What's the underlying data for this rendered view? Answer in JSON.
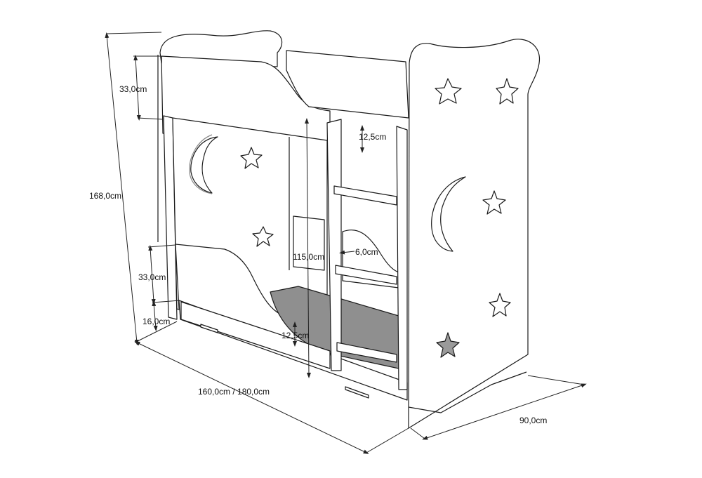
{
  "dimensions": {
    "total_height": "168,0cm",
    "upper_rail_height": "33,0cm",
    "lower_rail_height": "33,0cm",
    "drawer_height": "16,0cm",
    "top_gap": "12,5cm",
    "bottom_gap": "12,5cm",
    "inner_height": "115,0cm",
    "ladder_step": "6,0cm",
    "length": "160,0cm / 180,0cm",
    "depth": "90,0cm"
  },
  "colors": {
    "line": "#1a1a1a",
    "panel": "#ffffff",
    "mattress": "#8f8f8f",
    "star_shade": "#9a9a9a",
    "dim_line": "#222222"
  },
  "icons": {
    "moon": "crescent-moon-cutout",
    "star": "star-cutout"
  }
}
